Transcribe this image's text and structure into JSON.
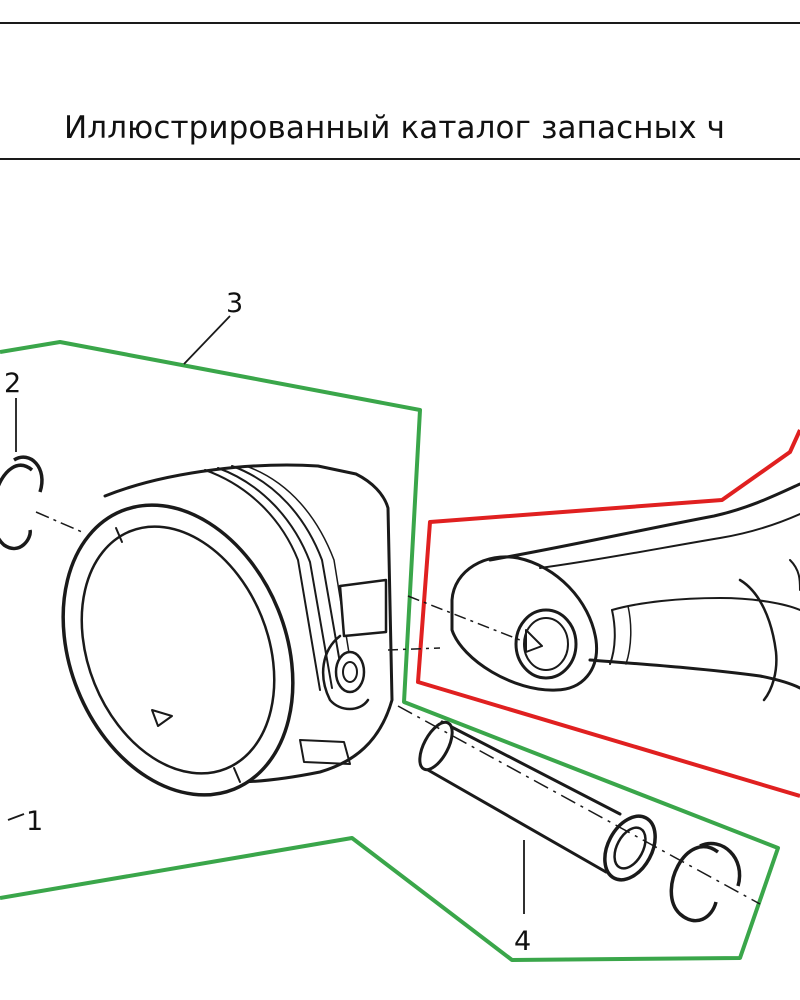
{
  "header": {
    "title": "Иллюстрированный каталог запасных ч"
  },
  "diagram": {
    "callouts": [
      "1",
      "2",
      "3",
      "4"
    ],
    "colors": {
      "assembly_outline": "#3aa64a",
      "rod_outline": "#e02020",
      "linework": "#1a1a1a"
    }
  }
}
